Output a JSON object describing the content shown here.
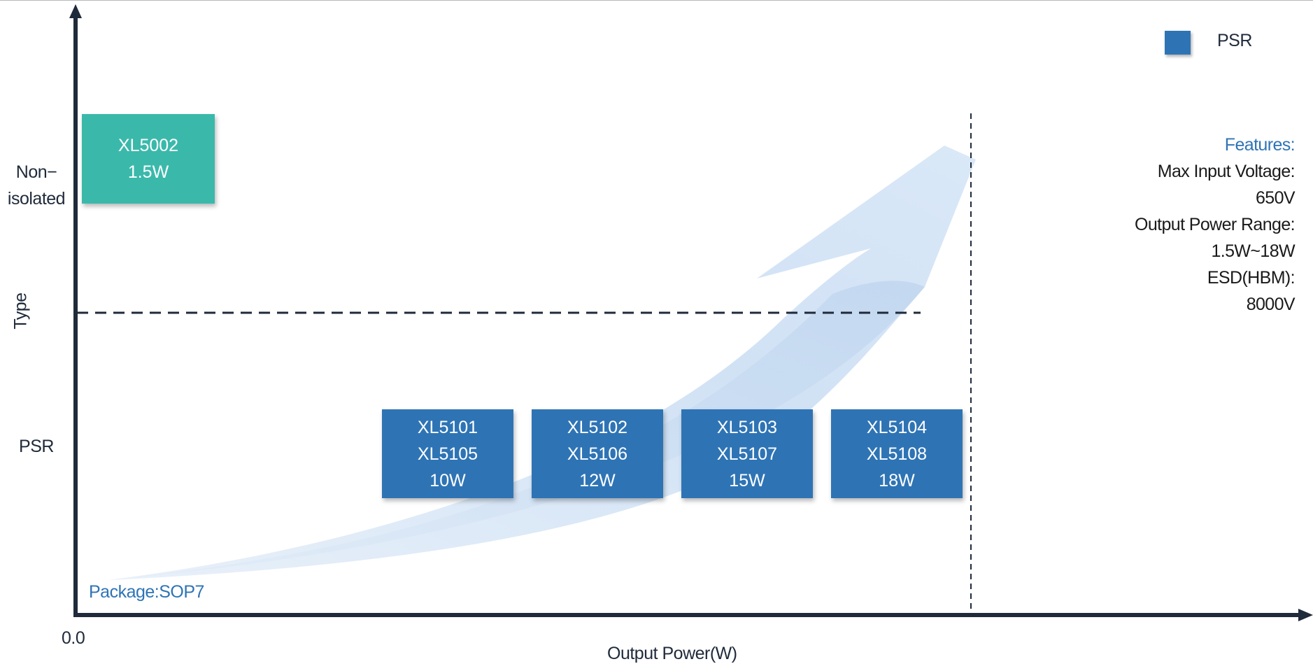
{
  "colors": {
    "axis": "#1f2a3a",
    "psr_blue": "#2e74b5",
    "nonisolated_teal": "#3ab9ab",
    "accent_text": "#2e74b5",
    "arrow_fill": "#c9ddf3"
  },
  "axes": {
    "x_label": "Output Power(W)",
    "y_label": "Type",
    "origin_label": "0.0"
  },
  "y_categories": [
    {
      "line1": "Non−",
      "line2": "isolated"
    },
    {
      "line1": "PSR",
      "line2": ""
    }
  ],
  "legend": {
    "label": "PSR",
    "swatch_color": "#2e74b5"
  },
  "package_note": "Package:SOP7",
  "features": {
    "title": "Features:",
    "lines": [
      "Max Input Voltage:",
      "650V",
      "Output Power Range:",
      "1.5W~18W",
      "ESD(HBM):",
      "8000V"
    ]
  },
  "products": [
    {
      "category": "Non-isolated",
      "parts": [
        "XL5002"
      ],
      "power": "1.5W",
      "color": "#3ab9ab"
    },
    {
      "category": "PSR",
      "parts": [
        "XL5101",
        "XL5105"
      ],
      "power": "10W",
      "color": "#2e74b5"
    },
    {
      "category": "PSR",
      "parts": [
        "XL5102",
        "XL5106"
      ],
      "power": "12W",
      "color": "#2e74b5"
    },
    {
      "category": "PSR",
      "parts": [
        "XL5103",
        "XL5107"
      ],
      "power": "15W",
      "color": "#2e74b5"
    },
    {
      "category": "PSR",
      "parts": [
        "XL5104",
        "XL5108"
      ],
      "power": "18W",
      "color": "#2e74b5"
    }
  ],
  "decorations": {
    "growth_arrow": "upward-curved-arrow"
  }
}
